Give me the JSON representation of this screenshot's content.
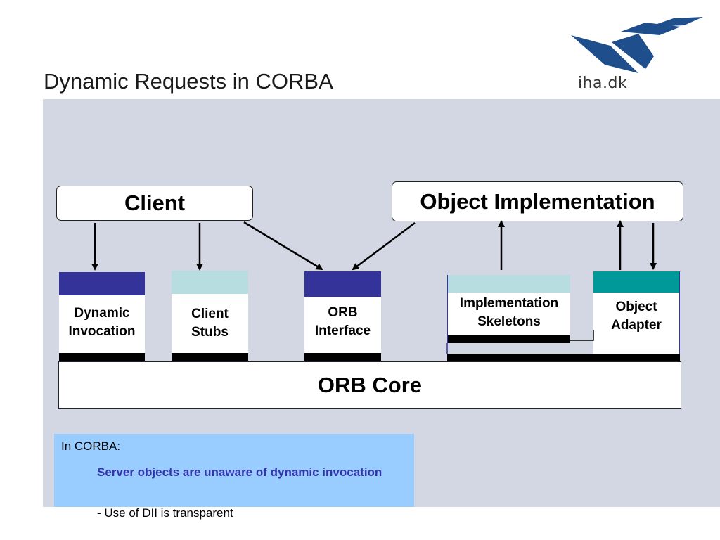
{
  "slide": {
    "title": "Dynamic Requests in CORBA",
    "logo_text": "iha.dk"
  },
  "diagram": {
    "client": "Client",
    "object_implementation": "Object Implementation",
    "dynamic_invocation": [
      "Dynamic",
      "Invocation"
    ],
    "client_stubs": [
      "Client",
      "Stubs"
    ],
    "orb_interface": [
      "ORB",
      "Interface"
    ],
    "implementation_skeletons": [
      "Implementation",
      "Skeletons"
    ],
    "object_adapter": [
      "Object",
      "Adapter"
    ],
    "orb_core": "ORB Core"
  },
  "note": {
    "heading": "In CORBA:",
    "bullet": "Server objects are unaware of dynamic invocation",
    "sub": "- Use of DII is transparent"
  },
  "colors": {
    "panel": "#d3d7e3",
    "navy_cap": "#333399",
    "light_cap": "#b7dde0",
    "teal_cap": "#009999",
    "note_bg": "#99ccff",
    "note_bullet": "#3333aa",
    "logo_blue": "#1f4e8c"
  }
}
